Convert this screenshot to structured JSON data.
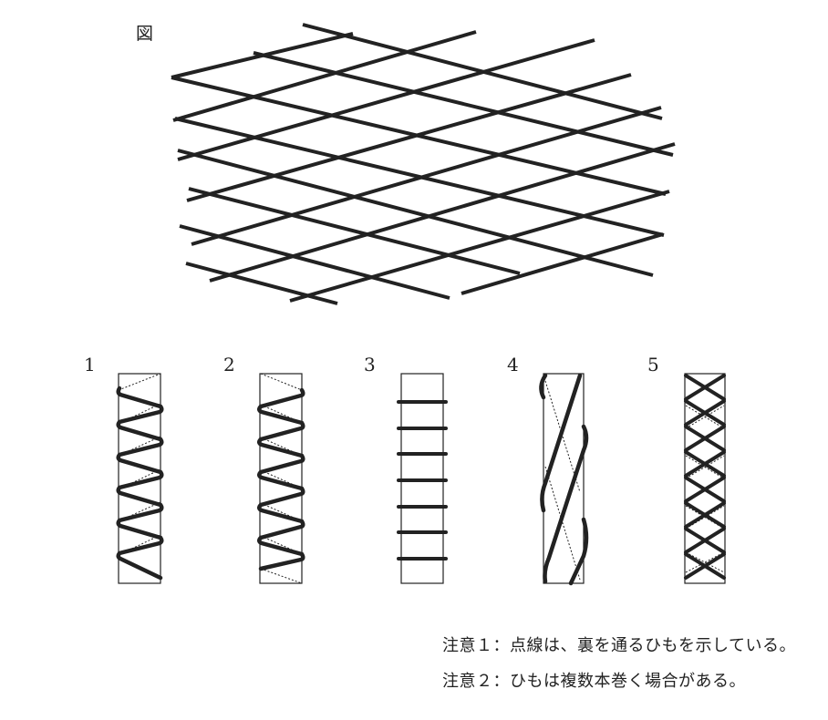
{
  "figure": {
    "label": "図"
  },
  "options": [
    {
      "number": "1"
    },
    {
      "number": "2"
    },
    {
      "number": "3"
    },
    {
      "number": "4"
    },
    {
      "number": "5"
    }
  ],
  "notes": [
    "注意１：点線は、裏を通るひもを示している。",
    "注意２：ひもは複数本巻く場合がある。"
  ],
  "colors": {
    "line": "#222222",
    "background": "#ffffff"
  }
}
